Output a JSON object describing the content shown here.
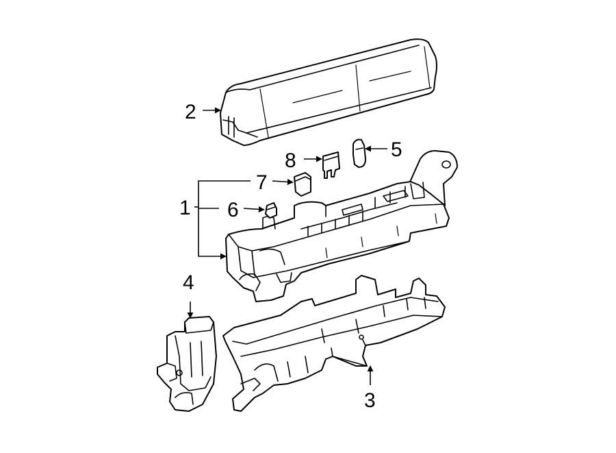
{
  "callouts": [
    "1",
    "2",
    "3",
    "4",
    "5",
    "6",
    "7",
    "8"
  ],
  "colors": {
    "line": "#000000",
    "background": "#ffffff"
  }
}
